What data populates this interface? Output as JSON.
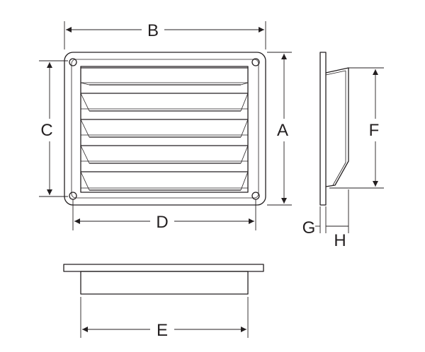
{
  "labels": {
    "a": "A",
    "b": "B",
    "c": "C",
    "d": "D",
    "e": "E",
    "f": "F",
    "g": "G",
    "h": "H"
  },
  "louver_count": 5,
  "screw_hole_count": 4
}
